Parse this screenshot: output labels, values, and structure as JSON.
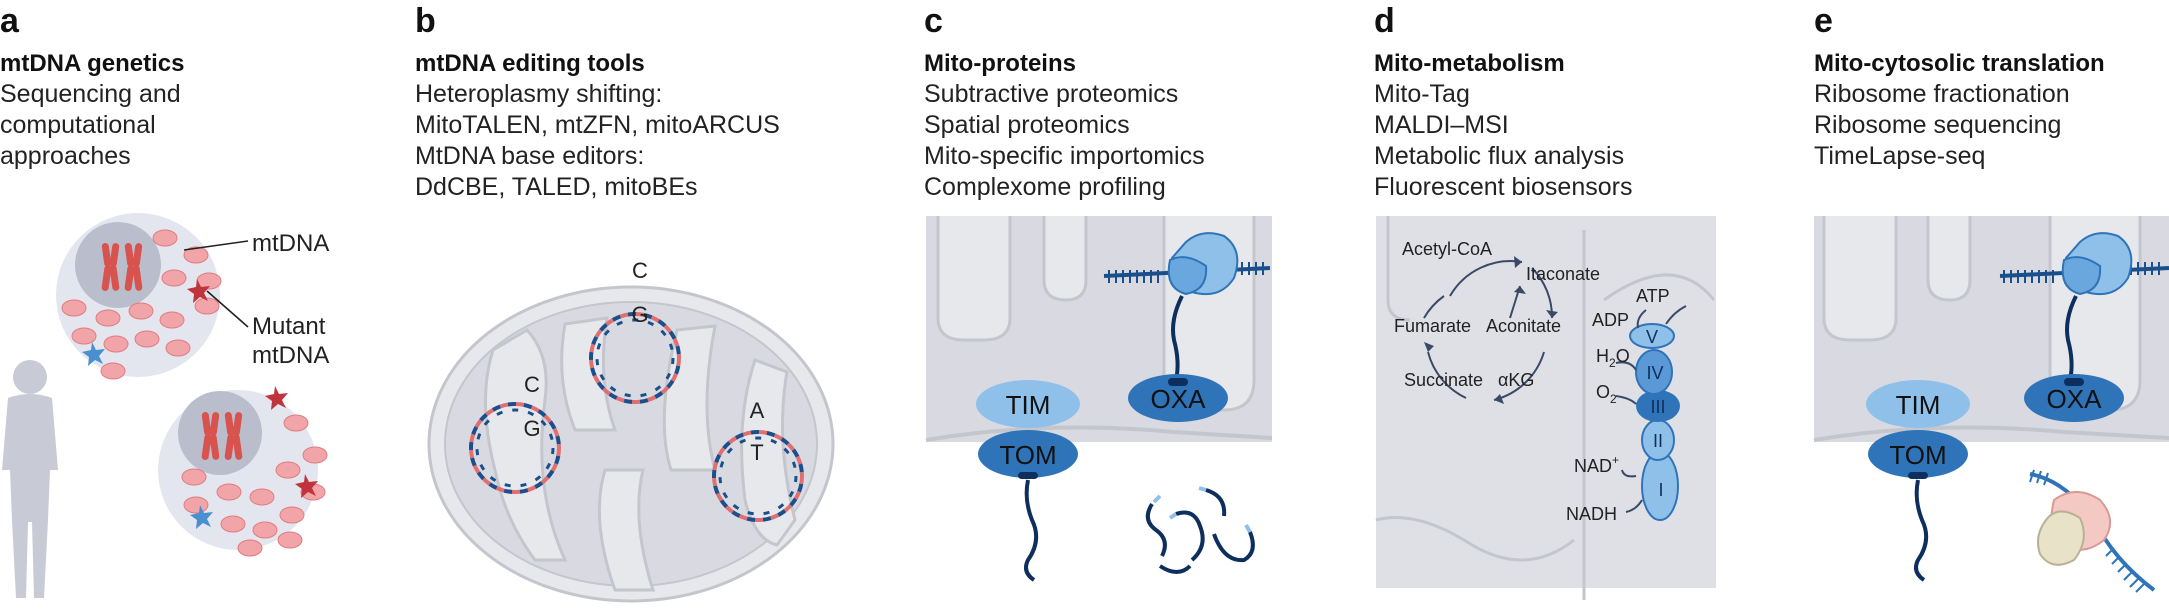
{
  "panels": [
    {
      "letter": "a",
      "title": "mtDNA genetics",
      "lines": [
        "Sequencing and",
        "computational",
        "approaches"
      ],
      "labels": {
        "mtdna": "mtDNA",
        "mutant1": "Mutant",
        "mutant2": "mtDNA"
      }
    },
    {
      "letter": "b",
      "title": "mtDNA editing tools",
      "lines": [
        "Heteroplasmy shifting:",
        "MitoTALEN, mtZFN, mitoARCUS",
        "MtDNA base editors:",
        "DdCBE, TALED, mitoBEs"
      ],
      "labels": {
        "c1": "C",
        "g1": "G",
        "c2": "C",
        "g2": "G",
        "a3": "A",
        "t3": "T"
      }
    },
    {
      "letter": "c",
      "title": "Mito-proteins",
      "lines": [
        "Subtractive proteomics",
        "Spatial proteomics",
        "Mito-specific importomics",
        "Complexome profiling"
      ],
      "labels": {
        "tim": "TIM",
        "tom": "TOM",
        "oxa": "OXA"
      }
    },
    {
      "letter": "d",
      "title": "Mito-metabolism",
      "lines": [
        "Mito-Tag",
        "MALDI–MSI",
        "Metabolic flux analysis",
        "Fluorescent biosensors"
      ],
      "labels": {
        "acetyl": "Acetyl-CoA",
        "itaconate": "Itaconate",
        "fumarate": "Fumarate",
        "aconitate": "Aconitate",
        "succinate": "Succinate",
        "akg": "αKG",
        "atp": "ATP",
        "adp": "ADP",
        "h2o_h": "H",
        "h2o_sub": "2",
        "h2o_o": "O",
        "o2_o": "O",
        "o2_sub": "2",
        "nad": "NAD",
        "nad_sup": "+",
        "nadh": "NADH",
        "cV": "V",
        "cIV": "IV",
        "cIII": "III",
        "cII": "II",
        "cI": "I"
      }
    },
    {
      "letter": "e",
      "title": "Mito-cytosolic translation",
      "lines": [
        "Ribosome fractionation",
        "Ribosome sequencing",
        "TimeLapse-seq"
      ],
      "labels": {
        "tim": "TIM",
        "tom": "TOM",
        "oxa": "OXA"
      }
    }
  ],
  "colors": {
    "cell_bg": "#e3e6ee",
    "nucleus": "#b9bdcc",
    "chromosome": "#d9534e",
    "mtdna_fill": "#f2a5a8",
    "mutant_star": "#c0343b",
    "blue_star": "#4a8fd0",
    "mito_bg": "#dfe0e6",
    "dna_blue": "#1b4f8c",
    "dna_red": "#e07070",
    "protein_light": "#8fc0ea",
    "protein_dark": "#2f74b8",
    "chain": "#0e2f5e"
  }
}
